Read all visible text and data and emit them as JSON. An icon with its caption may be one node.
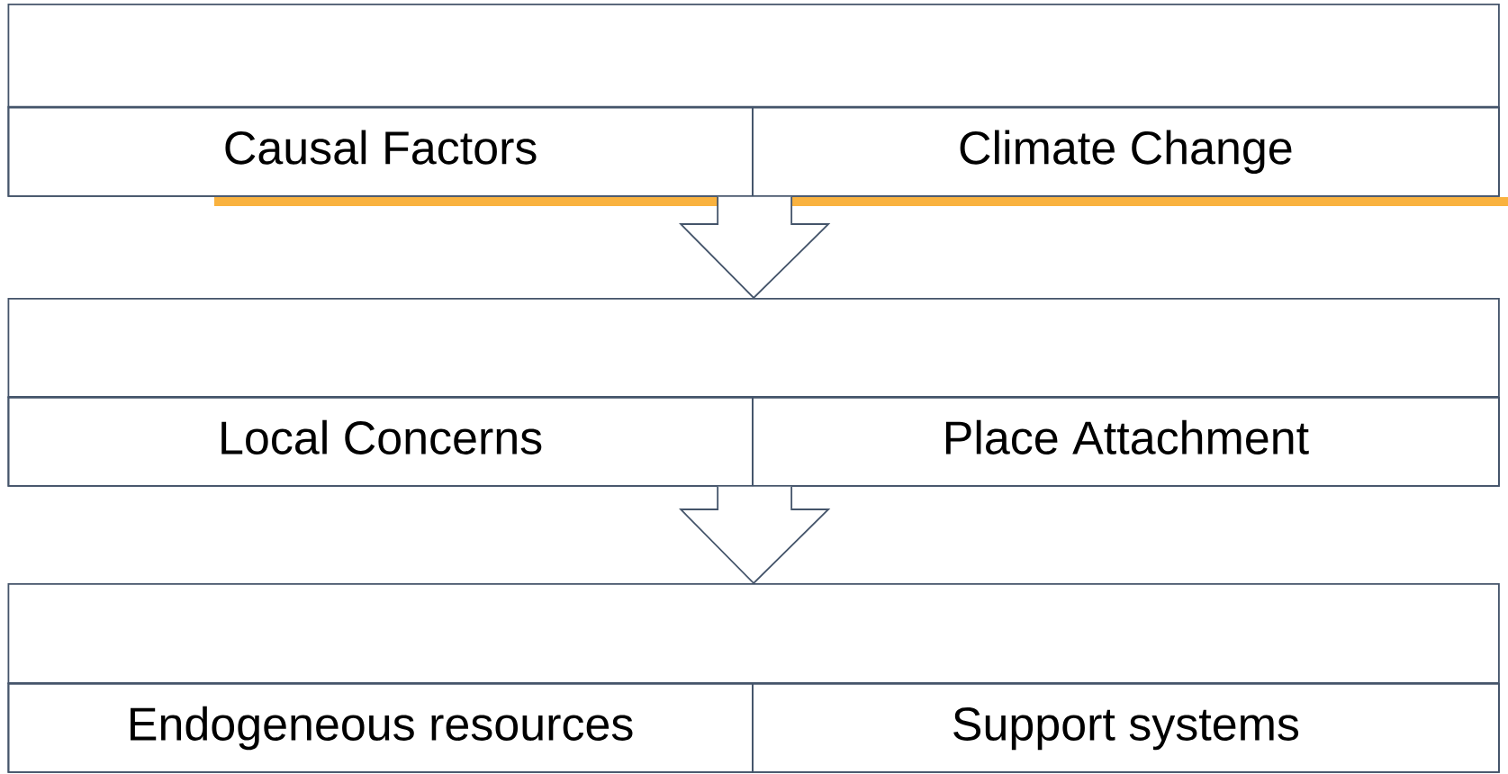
{
  "diagram": {
    "nodes": [
      {
        "text": [],
        "shape": "box"
      },
      {
        "text": [
          "Causal Factors"
        ],
        "in": 0
      },
      {
        "text": [
          "Climate Change"
        ],
        "in": 0
      },
      {
        "text": [],
        "shape": "box"
      },
      {
        "text": [
          "Local Concerns"
        ],
        "in": 3
      },
      {
        "text": [
          "Place Attachment"
        ],
        "in": 3
      },
      {
        "text": [],
        "shape": "box"
      },
      {
        "text": [
          "Endogeneous resources"
        ],
        "in": 6
      },
      {
        "text": [
          "Support systems"
        ],
        "in": 6
      }
    ],
    "edges": [
      {
        "from": 0,
        "to": 3,
        "arrow": "to"
      },
      {
        "from": 3,
        "to": 6,
        "arrow": "to"
      }
    ]
  }
}
